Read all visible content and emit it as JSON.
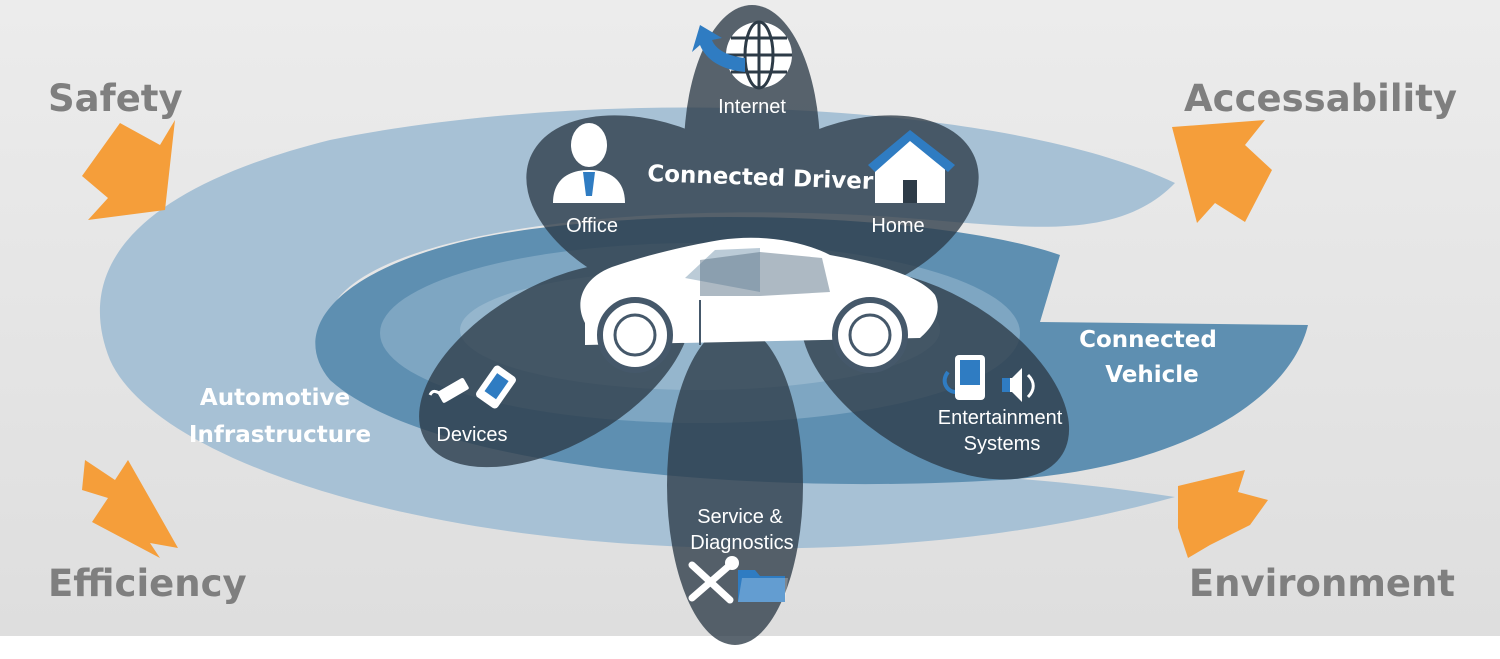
{
  "drivers": {
    "safety": "Safety",
    "accessability": "Accessability",
    "efficiency": "Efficiency",
    "environment": "Environment"
  },
  "rings": {
    "infrastructure_line1": "Automotive",
    "infrastructure_line2": "Infrastructure",
    "vehicle_line1": "Connected",
    "vehicle_line2": "Vehicle"
  },
  "center": {
    "title": "Connected Driver"
  },
  "petals": {
    "internet": "Internet",
    "office": "Office",
    "home": "Home",
    "devices": "Devices",
    "entertainment_line1": "Entertainment",
    "entertainment_line2": "Systems",
    "service_line1": "Service &",
    "service_line2": "Diagnostics"
  },
  "colors": {
    "background": "#e6e6e6",
    "ring_light": "#a9c3d6",
    "ring_mid": "#7aa2bd",
    "ring_dark": "#4f7f9f",
    "petal": "#2d3b47",
    "arrow": "#f59e3a",
    "icon_blue": "#2f7cc2"
  },
  "icons": [
    "globe-icon",
    "person-icon",
    "house-icon",
    "car-icon",
    "usb-icon",
    "phone-icon",
    "music-player-icon",
    "speaker-icon",
    "tools-icon",
    "folder-icon"
  ]
}
